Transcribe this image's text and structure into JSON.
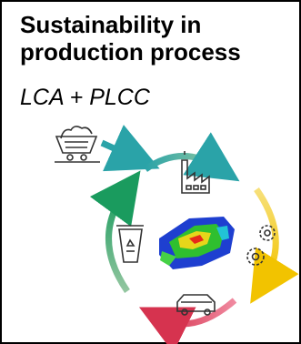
{
  "title": {
    "line1": "Sustainability in",
    "line2": "production process"
  },
  "subtitle": "LCA + PLCC",
  "cycle": {
    "stages": [
      "mine-cart-icon",
      "factory-icon",
      "gears-icon",
      "car-icon",
      "recycle-bin-icon",
      "crash-simulation-model"
    ],
    "arc_colors": [
      "#2aa3a8",
      "#f2c300",
      "#d6334f",
      "#1a9b5e"
    ]
  }
}
